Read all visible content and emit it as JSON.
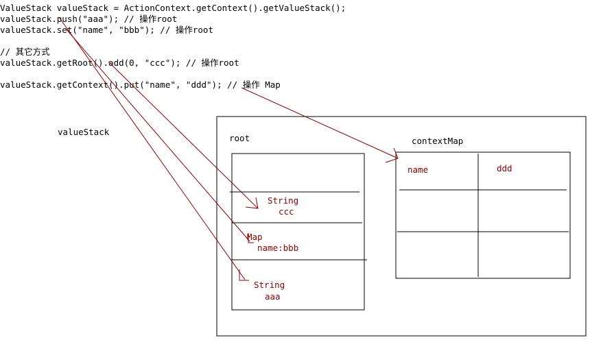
{
  "code_lines": [
    "ValueStack valueStack = ActionContext.getContext().getValueStack();",
    "valueStack.push(\"aaa\"); // 操作root",
    "valueStack.set(\"name\", \"bbb\"); // 操作root",
    "",
    "// 其它方式",
    "valueStack.getRoot().add(0, \"ccc\"); // 操作root",
    "",
    "valueStack.getContext().put(\"name\", \"ddd\"); // 操作 Map"
  ],
  "labels": {
    "value_stack": "valueStack",
    "root": "root",
    "context_map": "contextMap"
  },
  "root_stack": {
    "ccc_type": "String",
    "ccc_value": "ccc",
    "bbb_type": "Map",
    "bbb_value": "name:bbb",
    "aaa_type": "String",
    "aaa_value": "aaa"
  },
  "context_map": {
    "key": "name",
    "value": "ddd"
  },
  "colors": {
    "arrow": "#8b0000",
    "lines": "#000000",
    "value_text": "#8b0000"
  }
}
